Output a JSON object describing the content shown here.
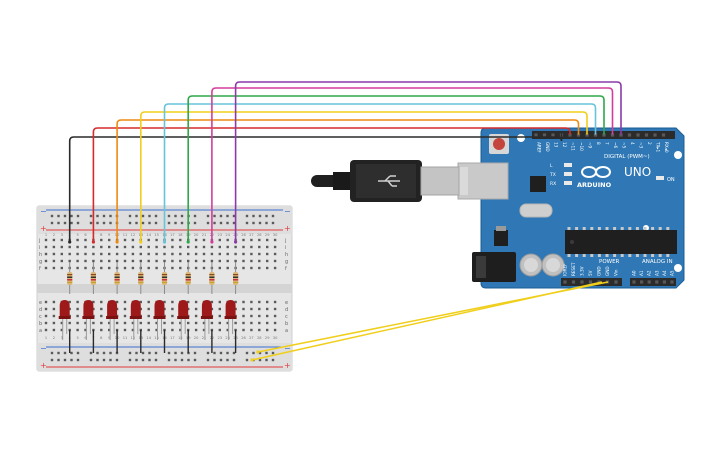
{
  "colors": {
    "background": "#ffffff",
    "breadboard_body": "#e6e6e6",
    "breadboard_hole": "#5a5a5a",
    "rail_red": "#e23b3b",
    "rail_blue": "#3b6fd0",
    "arduino_board": "#2f78b5",
    "arduino_edge": "#1d5d93",
    "header_black": "#2b2b2b",
    "led_red": "#9e1a1a",
    "resistor_body": "#d9b77a",
    "usb_gray": "#bdbdbd",
    "usb_black": "#222222",
    "ground_wire": "#2a2a2a",
    "power_wire": "#f0cf1c"
  },
  "wires": [
    {
      "name": "black",
      "color": "#2a2a2a"
    },
    {
      "name": "red",
      "color": "#d52b2b"
    },
    {
      "name": "orange",
      "color": "#ee8a12"
    },
    {
      "name": "yellow",
      "color": "#f0cf1c"
    },
    {
      "name": "cyan",
      "color": "#67c4da"
    },
    {
      "name": "green",
      "color": "#2fa84a"
    },
    {
      "name": "pink",
      "color": "#d33d9b"
    },
    {
      "name": "purple",
      "color": "#8b3aa8"
    }
  ],
  "breadboard": {
    "rail_plus": "+",
    "rail_minus": "−",
    "row_letters_top": [
      "j",
      "i",
      "h",
      "g",
      "f"
    ],
    "row_letters_bottom": [
      "e",
      "d",
      "c",
      "b",
      "a"
    ],
    "column_numbers": [
      "1",
      "2",
      "3",
      "4",
      "5",
      "6",
      "7",
      "8",
      "9",
      "10",
      "11",
      "12",
      "13",
      "14",
      "15",
      "16",
      "17",
      "18",
      "19",
      "20",
      "21",
      "22",
      "23",
      "24",
      "25",
      "26",
      "27",
      "28",
      "29",
      "30"
    ]
  },
  "arduino": {
    "brand": "ARDUINO",
    "model": "UNO",
    "digital_label": "DIGITAL (PWM~)",
    "power_label": "POWER",
    "analog_label": "ANALOG IN",
    "on_label": "ON",
    "led_labels": [
      "L",
      "TX",
      "RX"
    ],
    "digital_pins": [
      "AREF",
      "GND",
      "13",
      "12",
      "~11",
      "~10",
      "~9",
      "8",
      "7",
      "~6",
      "~5",
      "4",
      "~3",
      "2",
      "TX▸1",
      "RX◂0"
    ],
    "power_pins": [
      "IOREF",
      "RESET",
      "3.3V",
      "5V",
      "GND",
      "GND",
      "Vin"
    ],
    "analog_pins": [
      "A0",
      "A1",
      "A2",
      "A3",
      "A4",
      "A5"
    ]
  }
}
